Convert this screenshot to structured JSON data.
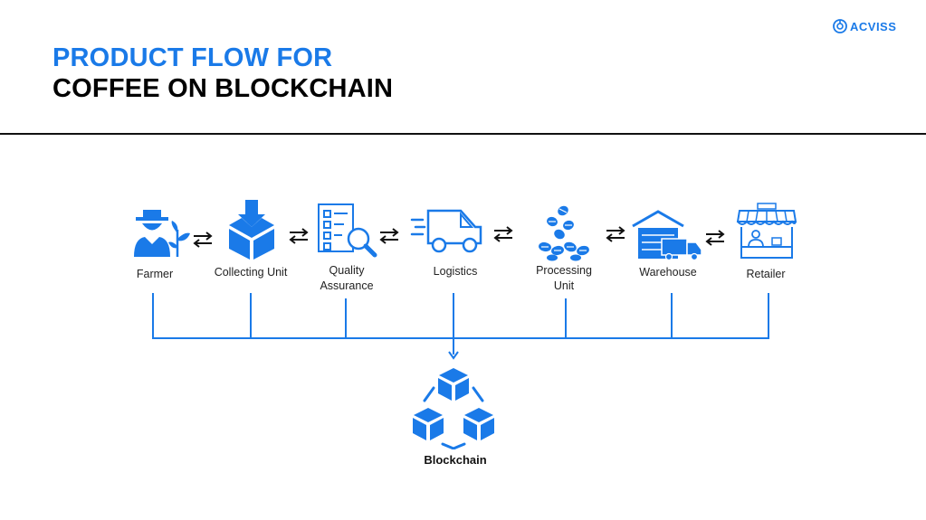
{
  "header": {
    "title_line1": "PRODUCT FLOW FOR",
    "title_line2": "COFFEE ON BLOCKCHAIN",
    "brand": "ACVISS"
  },
  "colors": {
    "primary": "#1a7ae8",
    "dark": "#111111"
  },
  "flow": {
    "stages": [
      {
        "label": "Farmer",
        "icon": "farmer-icon"
      },
      {
        "label": "Collecting Unit",
        "icon": "collecting-box-icon"
      },
      {
        "label": "Quality\nAssurance",
        "icon": "checklist-magnifier-icon"
      },
      {
        "label": "Logistics",
        "icon": "delivery-truck-icon"
      },
      {
        "label": "Processing\nUnit",
        "icon": "coffee-beans-icon"
      },
      {
        "label": "Warehouse",
        "icon": "warehouse-icon"
      },
      {
        "label": "Retailer",
        "icon": "shop-icon"
      }
    ],
    "connector_icon": "bidirectional-arrows-icon"
  },
  "blockchain": {
    "label": "Blockchain",
    "icon": "blockchain-cubes-icon"
  }
}
